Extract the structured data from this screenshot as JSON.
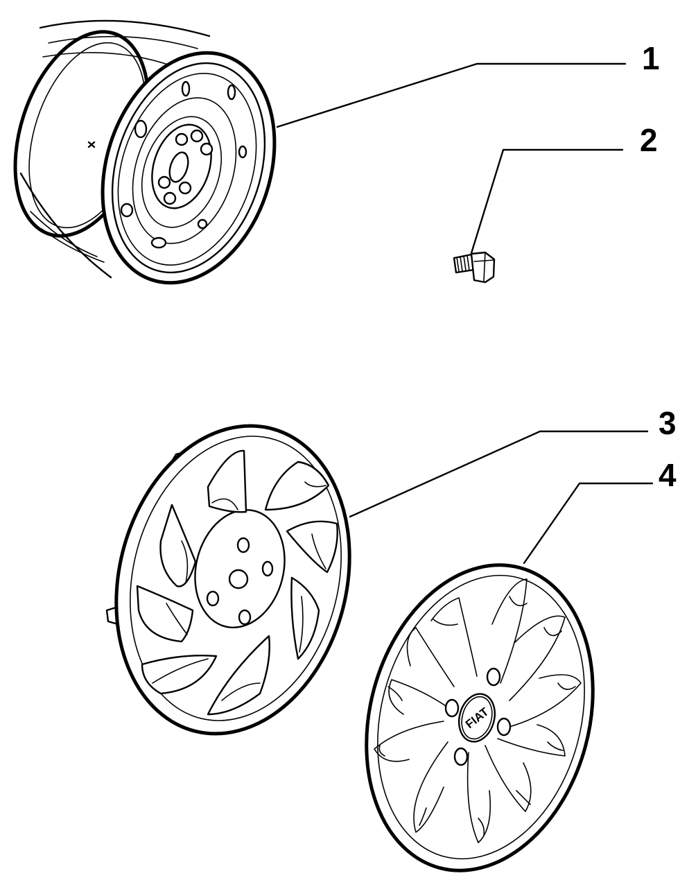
{
  "callouts": {
    "rim": "1",
    "bolt": "2",
    "hubcap_a": "3",
    "hubcap_b": "4"
  },
  "logo": "FIAT"
}
